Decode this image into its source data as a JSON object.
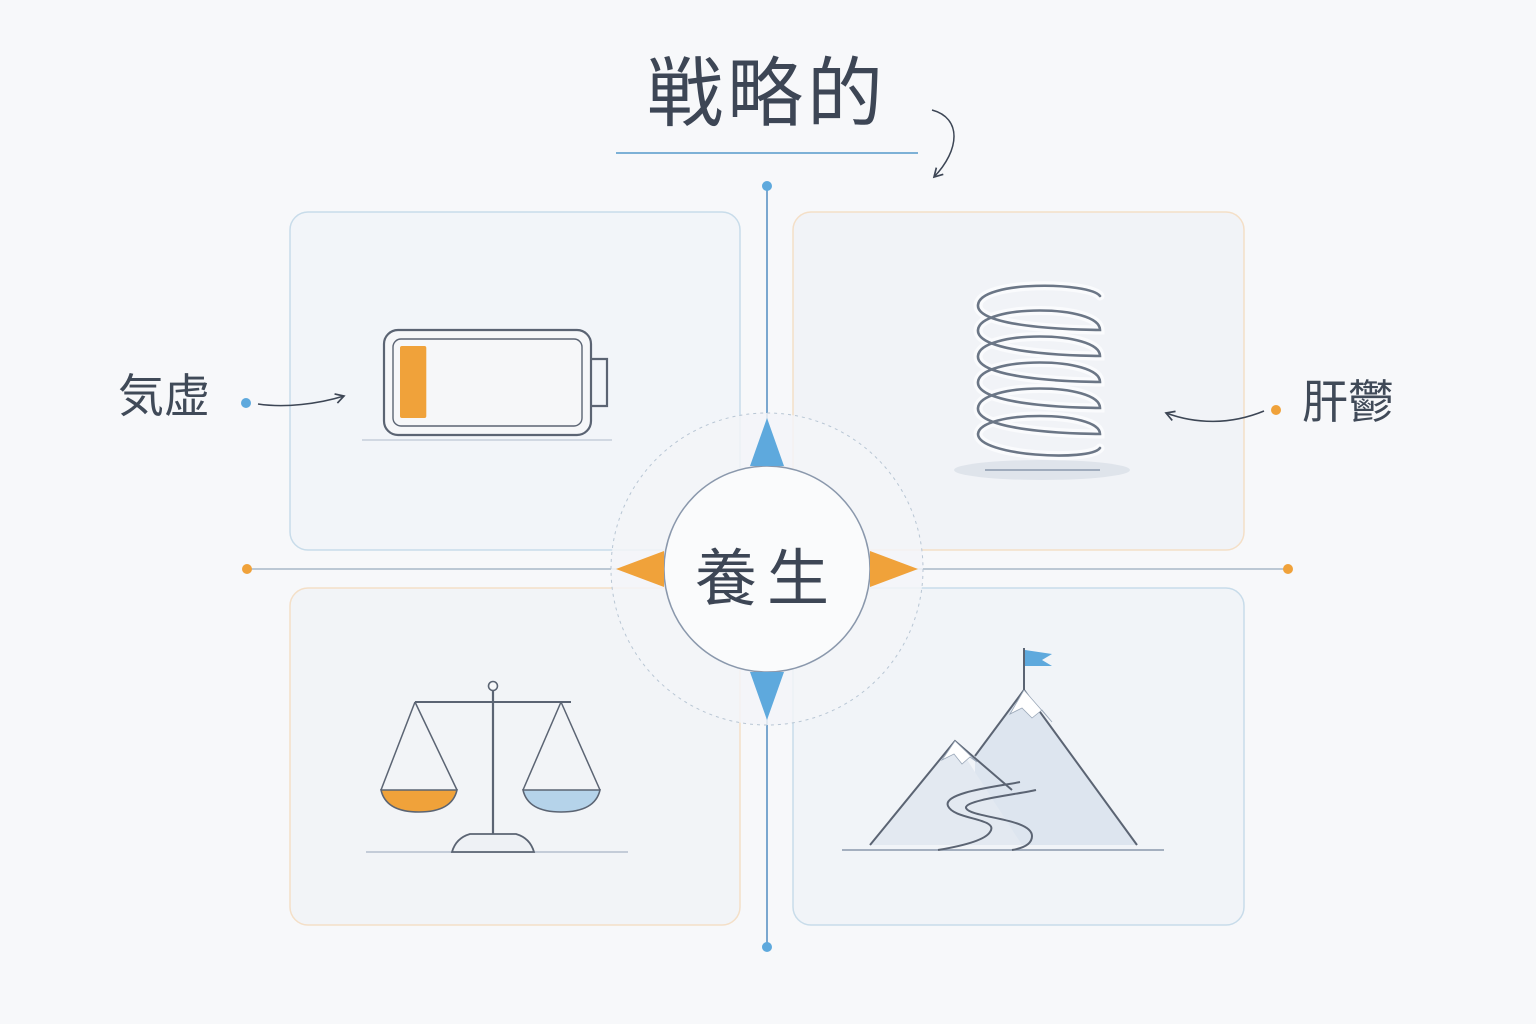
{
  "title": "戦略的",
  "center_label": "養生",
  "labels": {
    "left": "気虚",
    "right": "肝鬱"
  },
  "quadrants": [
    {
      "position": "top-left",
      "icon": "low-battery-icon",
      "level": 0.15
    },
    {
      "position": "top-right",
      "icon": "coil-spring-icon"
    },
    {
      "position": "bottom-left",
      "icon": "balance-scale-icon"
    },
    {
      "position": "bottom-right",
      "icon": "mountain-flag-icon"
    }
  ],
  "colors": {
    "blue": "#5ea9dd",
    "orange": "#f0a23a",
    "line": "#5b6473",
    "card_blue": "#c8dcea",
    "card_orange": "#f4dfc7"
  }
}
